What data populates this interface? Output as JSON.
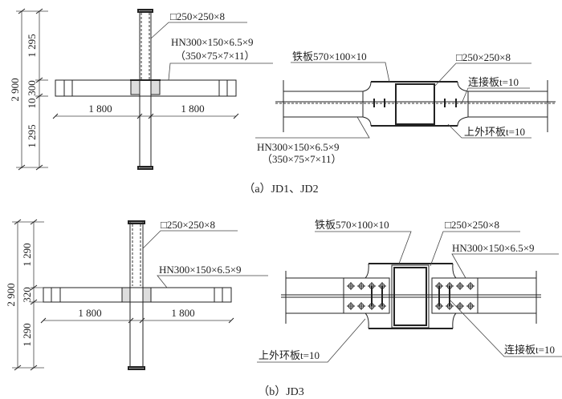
{
  "figure_a": {
    "caption": "（a）JD1、JD2",
    "elevation": {
      "total_height": "2 900",
      "upper_segment": "1 295",
      "beam_depth": "300",
      "gap": "10",
      "lower_segment": "1 295",
      "left_span": "1 800",
      "right_span": "1 800",
      "column_label": "□250×250×8",
      "beam_label_line1": "HN300×150×6.5×9",
      "beam_label_line2": "（350×75×7×11）"
    },
    "detail": {
      "iron_plate": "铁板570×100×10",
      "column_label": "□250×250×8",
      "connection_plate": "连接板t=10",
      "ring_plate": "上外环板t=10",
      "beam_label_line1": "HN300×150×6.5×9",
      "beam_label_line2": "（350×75×7×11）"
    }
  },
  "figure_b": {
    "caption": "（b）JD3",
    "elevation": {
      "total_height": "2 900",
      "upper_segment": "1 290",
      "beam_depth": "320",
      "lower_segment": "1 290",
      "left_span": "1 800",
      "right_span": "1 800",
      "column_label": "□250×250×8",
      "beam_label": "HN300×150×6.5×9"
    },
    "detail": {
      "iron_plate": "铁板570×100×10",
      "column_label": "□250×250×8",
      "beam_label": "HN300×150×6.5×9",
      "ring_plate": "上外环板t=10",
      "connection_plate": "连接板t=10"
    }
  }
}
